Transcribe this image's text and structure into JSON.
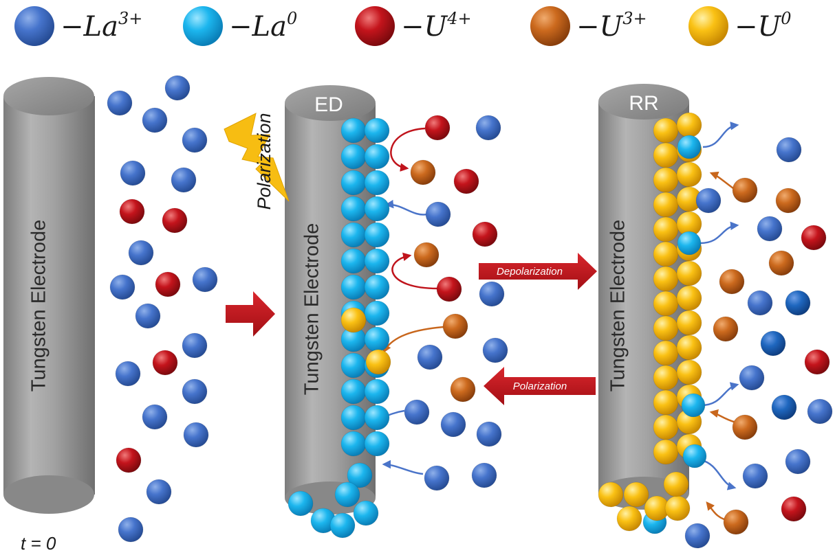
{
  "legend": [
    {
      "label": "La",
      "charge": "3+",
      "color": "#3f6fc6"
    },
    {
      "label": "La",
      "charge": "0",
      "color": "#19b3ea"
    },
    {
      "label": "U",
      "charge": "4+",
      "color": "#c0141c"
    },
    {
      "label": "U",
      "charge": "3+",
      "color": "#c8661c"
    },
    {
      "label": "U",
      "charge": "0",
      "color": "#f7bd12"
    }
  ],
  "legend_prefix": "−",
  "electrodes": {
    "left": {
      "label": "Tungsten Electrode"
    },
    "middle": {
      "label": "Tungsten Electrode",
      "cap": "ED"
    },
    "right": {
      "label": "Tungsten Electrode",
      "cap": "RR"
    }
  },
  "labels": {
    "time": "t = 0",
    "polarization_bolt": "Polarization",
    "depolarization_arrow": "Depolarization",
    "polarization_arrow": "Polarization"
  },
  "colors": {
    "la3": "#3f6fc6",
    "la0": "#19b3ea",
    "u4": "#c0141c",
    "u3": "#c8661c",
    "u0": "#f7bd12",
    "arrow_red": "#c0141c",
    "arrow_blue": "#4a74c9",
    "arrow_orange": "#c8661c",
    "electrode_body": "#9a9a9a",
    "bolt": "#f7bd12"
  },
  "icons": [
    "lightning-bolt-icon",
    "right-arrow-icon",
    "left-arrow-icon"
  ]
}
